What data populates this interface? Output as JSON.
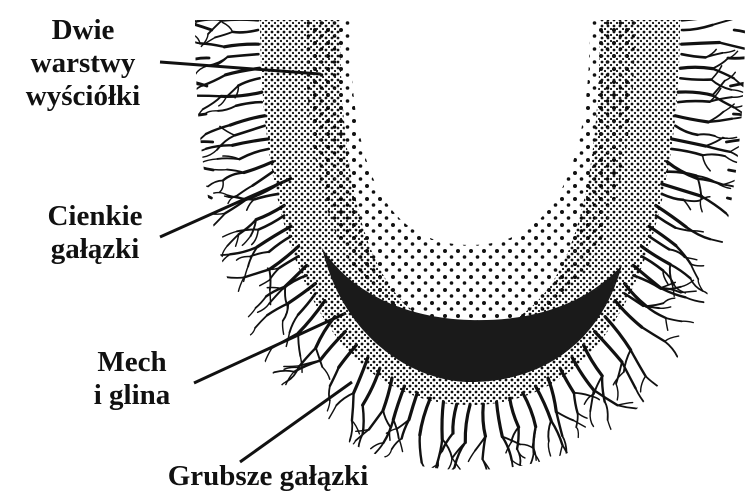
{
  "labels": {
    "lining": {
      "line1": "Dwie",
      "line2": "warstwy",
      "line3": "wyściółki"
    },
    "thin_twigs": {
      "line1": "Cienkie",
      "line2": "gałązki"
    },
    "moss_clay": {
      "line1": "Mech",
      "line2": "i glina"
    },
    "thick_twigs": {
      "line1": "Grubsze gałązki"
    }
  },
  "colors": {
    "ink": "#111111",
    "background": "#ffffff"
  }
}
